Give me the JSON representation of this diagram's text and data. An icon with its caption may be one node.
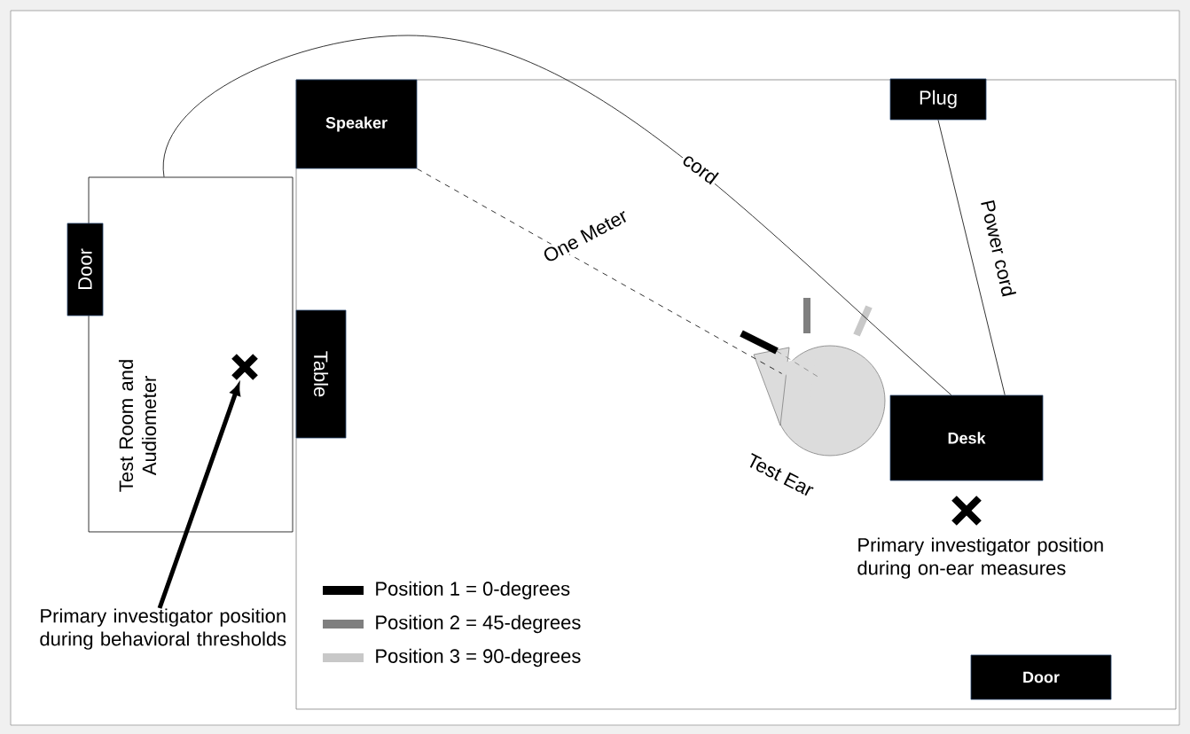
{
  "diagram": {
    "nodes": [
      {
        "text": [
          "Test Room and Audiometer"
        ]
      },
      {
        "text": [
          "Door"
        ]
      },
      {
        "text": [
          "Speaker"
        ]
      },
      {
        "text": [
          "Table"
        ]
      },
      {
        "text": [
          "Plug"
        ]
      },
      {
        "text": [],
        "shape": "teardrop",
        "beside": [
          "Test Ear"
        ]
      },
      {
        "text": [
          "Desk"
        ]
      },
      {
        "text": [],
        "shape": "cross",
        "in": 0
      },
      {
        "text": [
          "Primary investigator position during behavioral thresholds"
        ]
      },
      {
        "text": [
          "Door"
        ]
      }
    ],
    "edges": [
      {
        "from": 2,
        "to": 5,
        "arrow": "none",
        "style": "dashed",
        "label": "One Meter"
      },
      {
        "from": 0,
        "to": 6,
        "arrow": "none",
        "label": "cord"
      },
      {
        "from": 4,
        "to": 6,
        "arrow": "none",
        "label": "Power cord"
      },
      {
        "from": 8,
        "to": 7,
        "arrow": "to",
        "style": "thick"
      }
    ],
    "labels": [
      "Primary investigator position during on-ear measures"
    ],
    "legend": [
      {
        "text": "Position 1 = 0-degrees",
        "color": "#000000"
      },
      {
        "text": "Position 2 = 45-degrees",
        "color": "#7f7f7f"
      },
      {
        "text": "Position 3 = 90-degrees",
        "color": "#c8c8c8"
      }
    ]
  }
}
